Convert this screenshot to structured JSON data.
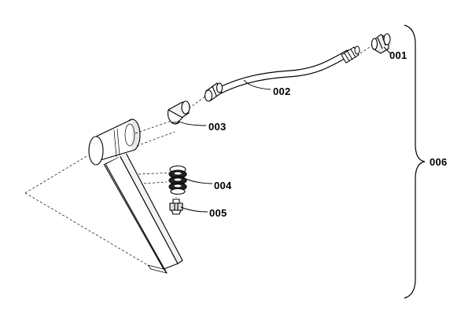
{
  "parts": [
    {
      "id": "001",
      "label": "001"
    },
    {
      "id": "002",
      "label": "002"
    },
    {
      "id": "003",
      "label": "003"
    },
    {
      "id": "004",
      "label": "004"
    },
    {
      "id": "005",
      "label": "005"
    },
    {
      "id": "006",
      "label": "006"
    }
  ],
  "colors": {
    "line": "#000000",
    "background": "#ffffff"
  }
}
